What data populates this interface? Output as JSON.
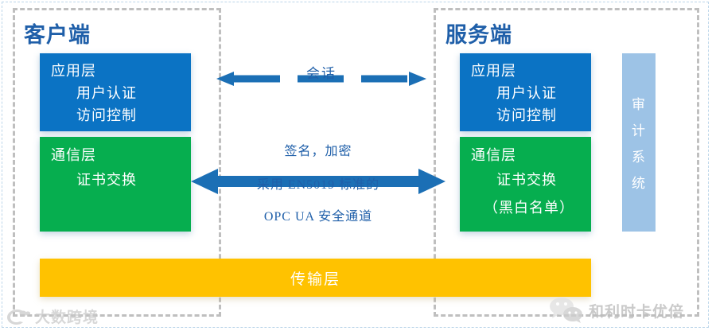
{
  "diagram": {
    "title_client": "客户端",
    "title_server": "服务端",
    "zones": [
      {
        "name": "client",
        "label": "客户端"
      },
      {
        "name": "server",
        "label": "服务端"
      }
    ],
    "client": {
      "application_layer": {
        "line1": "应用层",
        "line2": "用户认证",
        "line3": "访问控制",
        "color": "#0B73C4"
      },
      "communication_layer": {
        "line1": "通信层",
        "line2": "证书交换",
        "line3": "",
        "color": "#06AE4F"
      }
    },
    "server": {
      "application_layer": {
        "line1": "应用层",
        "line2": "用户认证",
        "line3": "访问控制",
        "color": "#0B73C4"
      },
      "communication_layer": {
        "line1": "通信层",
        "line2": "证书交换",
        "line3": "（黑白名单）",
        "color": "#06AE4F"
      }
    },
    "audit_system": {
      "chars": [
        "审",
        "计",
        "系",
        "统"
      ],
      "label": "审计系统",
      "color": "#9DC3E6"
    },
    "transport_layer": {
      "label": "传输层",
      "color": "#FFC200"
    },
    "session_connector": {
      "label": "会话",
      "style": "dashed-double-arrow",
      "color": "#1B6FB5"
    },
    "secure_channel_connector": {
      "caption_line1": "签名，加密",
      "caption_line2": "采用 EN5019 标准的",
      "caption_line3": "OPC UA 安全通道",
      "style": "solid-double-arrow",
      "color": "#1B6FB5"
    },
    "colors": {
      "blue": "#0B73C4",
      "green": "#06AE4F",
      "yellow": "#FFC200",
      "light_blue": "#9DC3E6",
      "text_blue": "#1F5FA9",
      "dashed_gray": "#BFBFBF",
      "outer_frame": "#BCD6EA"
    }
  },
  "watermarks": {
    "left": {
      "text": "大数跨境",
      "icon": "camera-icon"
    },
    "right": {
      "text": "和利时卡优倍",
      "icon": "wechat-icon"
    }
  }
}
